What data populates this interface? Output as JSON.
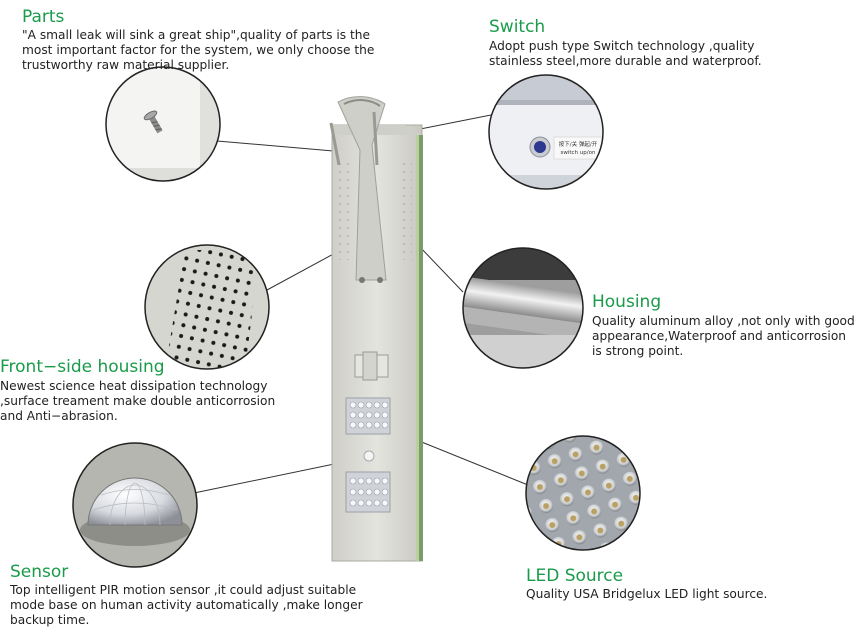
{
  "callouts": {
    "parts": {
      "title": "Parts",
      "text": "\"A small leak will sink a great ship\",quality of parts is the\nmost important factor for the system, we only choose the\ntrustworthy raw material supplier."
    },
    "switch": {
      "title": "Switch",
      "text": "Adopt push type Switch technology ,quality\nstainless steel,more durable and waterproof.",
      "label_line1": "按下/关   弹起/开",
      "label_line2": "switch up/on"
    },
    "housing": {
      "title": "Housing",
      "text": "Quality aluminum alloy ,not only with good\nappearance,Waterproof and anticorrosion\nis strong point."
    },
    "front_housing": {
      "title": "Front−side housing",
      "text": "Newest science heat dissipation technology\n,surface treament make double anticorrosion\nand Anti−abrasion."
    },
    "sensor": {
      "title": "Sensor",
      "text": "Top intelligent PIR motion sensor ,it could adjust suitable\nmode base on human activity automatically ,make longer\nbackup time."
    },
    "led": {
      "title": "LED Source",
      "text": "Quality USA Bridgelux LED light source."
    }
  },
  "colors": {
    "accent_green": "#1a9b4a",
    "housing_gray": "#dcdcd6"
  }
}
